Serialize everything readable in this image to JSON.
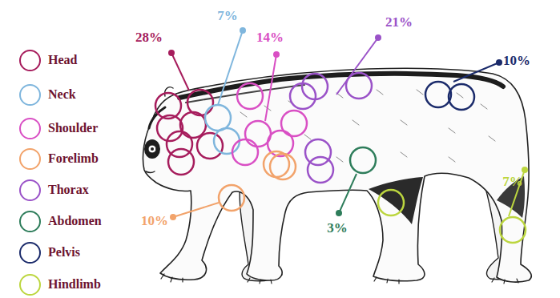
{
  "diagram": {
    "labels": [
      "28%",
      "7%",
      "14%",
      "21%",
      "10%",
      "10%",
      "3%",
      "7%"
    ],
    "legend": [
      {
        "text": "Head",
        "color": "#a61c5c"
      },
      {
        "text": "Neck",
        "color": "#7fb6dd"
      },
      {
        "text": "Shoulder",
        "color": "#d94fc4"
      },
      {
        "text": "Forelimb",
        "color": "#f2a36b"
      },
      {
        "text": "Thorax",
        "color": "#9a52c8"
      },
      {
        "text": "Abdomen",
        "color": "#2e7d5b"
      },
      {
        "text": "Pelvis",
        "color": "#1b2b6b"
      },
      {
        "text": "Hindlimb",
        "color": "#bcd63f"
      }
    ]
  }
}
